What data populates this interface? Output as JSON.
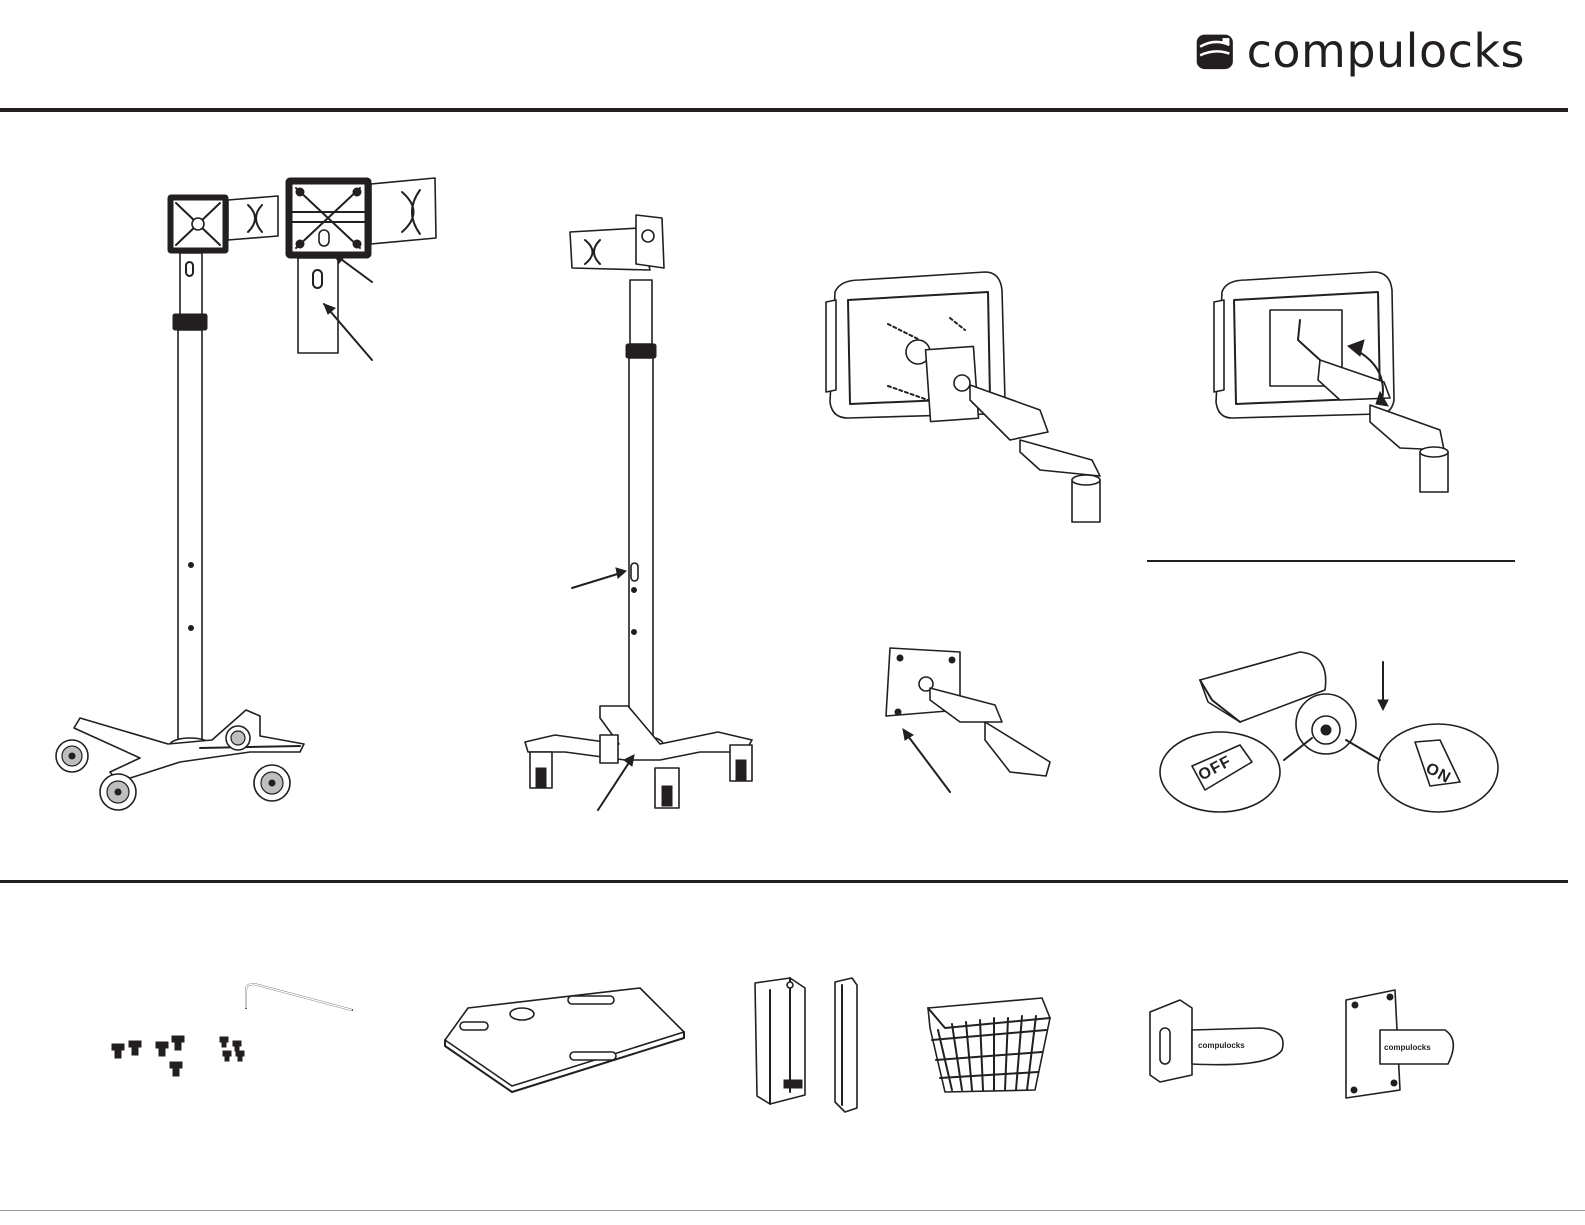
{
  "brand": {
    "name": "compulocks",
    "icon": "compulocks-logo-icon",
    "color": "#231f20"
  },
  "sections": {
    "assembly_steps": [
      "stand-top-mount",
      "stand-assembled",
      "enclosure-mount",
      "arm-plate",
      "tilt-adjust",
      "caster-lock"
    ],
    "caster_lock": {
      "off_label": "OFF",
      "on_label": "ON"
    },
    "parts": [
      "screws-and-hex-key",
      "base-plate",
      "cable-cover-and-bracket",
      "wire-basket",
      "pole-clamp-bracket",
      "pole-clamp-vesa-plate"
    ]
  }
}
